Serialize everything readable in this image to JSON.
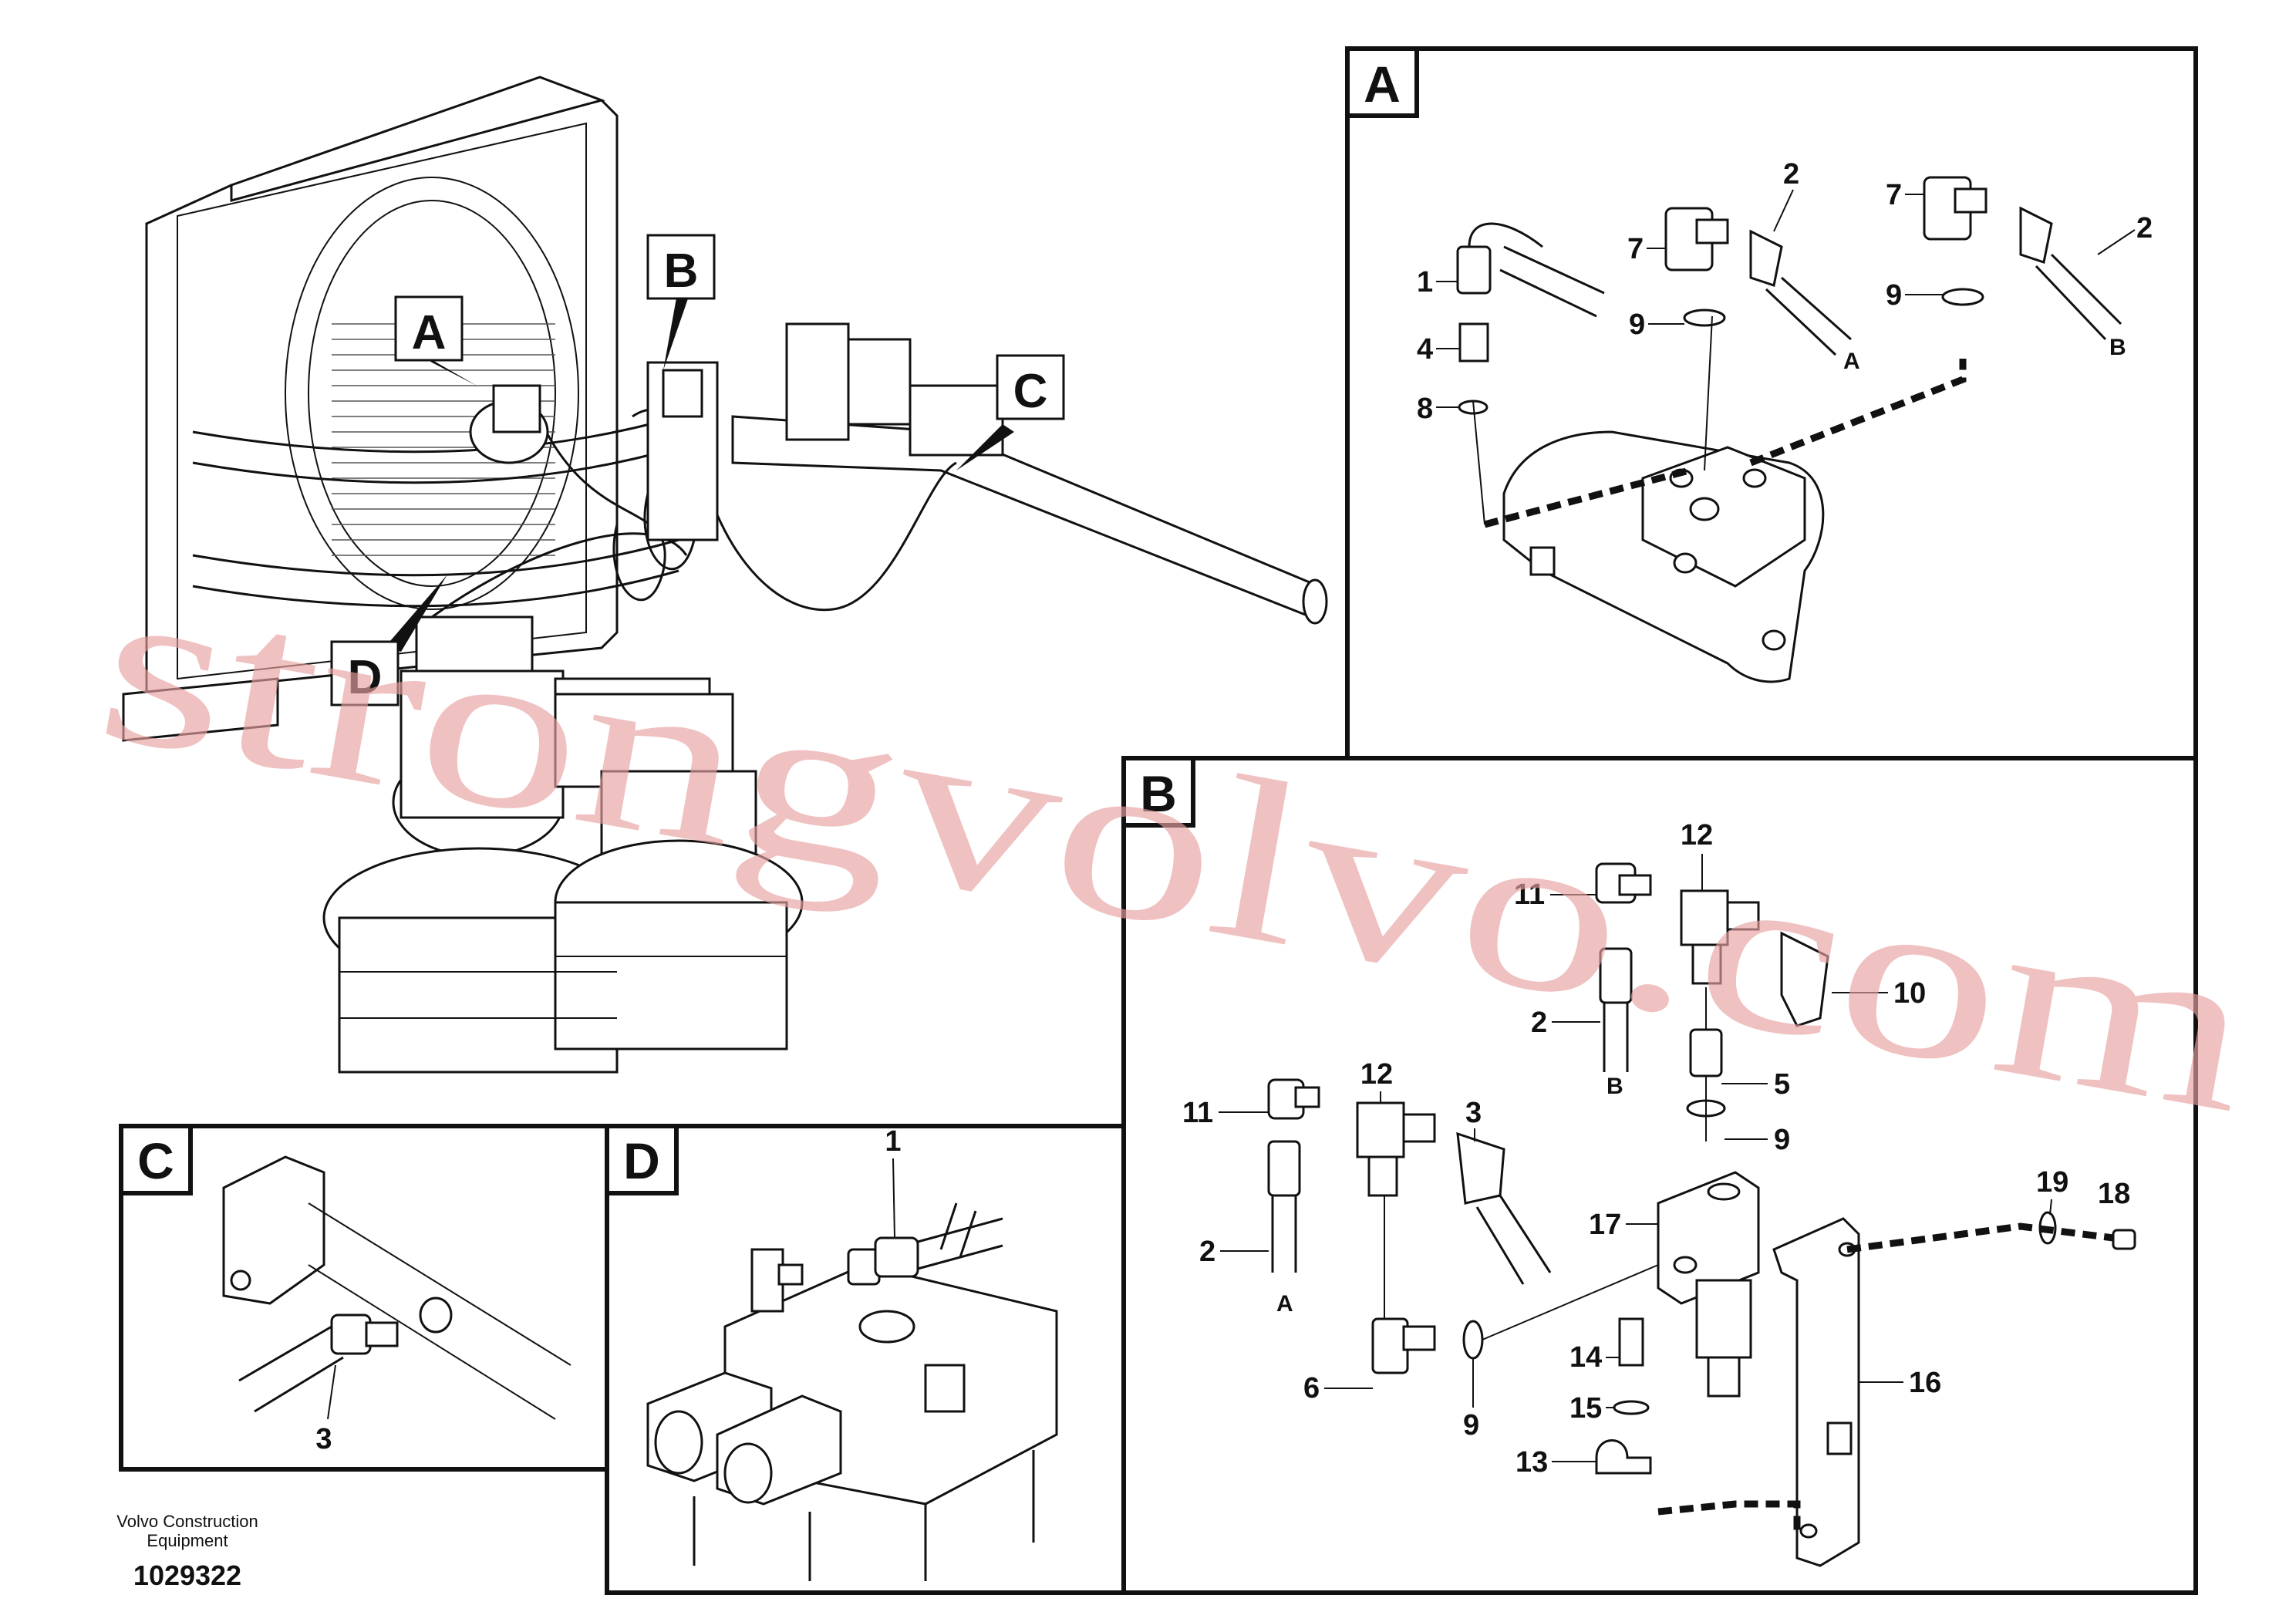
{
  "panels": {
    "A": {
      "tag": "A",
      "labels": [
        "1",
        "4",
        "8",
        "7",
        "9",
        "2",
        "7",
        "9",
        "2"
      ],
      "hose_ends": [
        "A",
        "B"
      ]
    },
    "B": {
      "tag": "B",
      "labels": [
        "12",
        "11",
        "10",
        "2",
        "5",
        "9",
        "12",
        "11",
        "3",
        "17",
        "19",
        "18",
        "2",
        "14",
        "15",
        "16",
        "6",
        "9",
        "13"
      ],
      "hose_ends": [
        "B",
        "A"
      ]
    },
    "C": {
      "tag": "C",
      "labels": [
        "3"
      ]
    },
    "D": {
      "tag": "D",
      "labels": [
        "1"
      ]
    }
  },
  "overview_callouts": [
    "A",
    "B",
    "C",
    "D"
  ],
  "footer": {
    "company": "Volvo Construction",
    "company_line2": "Equipment",
    "drawing_number": "1029322"
  },
  "watermark": "strongvolvo.com"
}
